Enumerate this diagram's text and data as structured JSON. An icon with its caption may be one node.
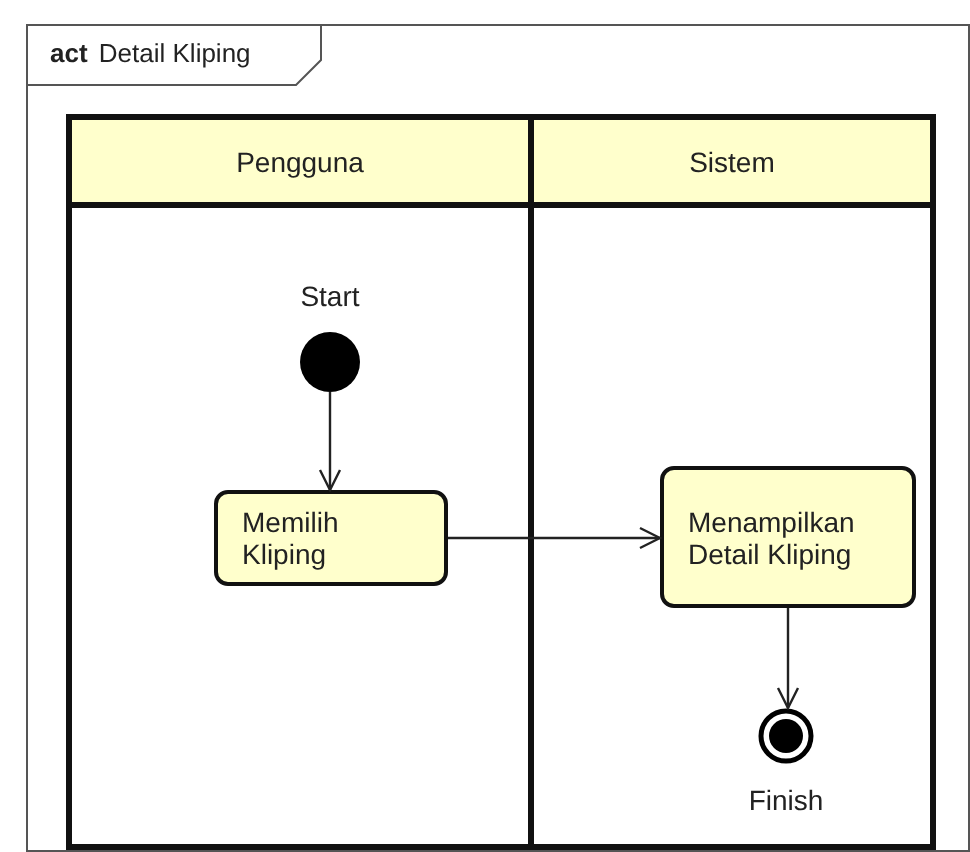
{
  "diagram": {
    "nodes": [
      {
        "text": [
          "**act** Detail Kliping"
        ]
      },
      {
        "text": [
          "Pengguna"
        ],
        "in": 0
      },
      {
        "text": [
          "Sistem"
        ],
        "in": 0
      },
      {
        "text": [],
        "shape": "circle",
        "in": 1,
        "beside": [
          "Start"
        ]
      },
      {
        "text": [
          "Memilih Kliping"
        ],
        "in": 1
      },
      {
        "text": [
          "Menampilkan Detail Kliping"
        ],
        "in": 2
      },
      {
        "text": [],
        "shape": "circle",
        "in": 2,
        "beside": [
          "Finish"
        ]
      }
    ],
    "edges": [
      {
        "from": 3,
        "to": 4,
        "arrow": "to"
      },
      {
        "from": 4,
        "to": 5,
        "arrow": "to"
      },
      {
        "from": 5,
        "to": 6,
        "arrow": "to"
      }
    ]
  }
}
